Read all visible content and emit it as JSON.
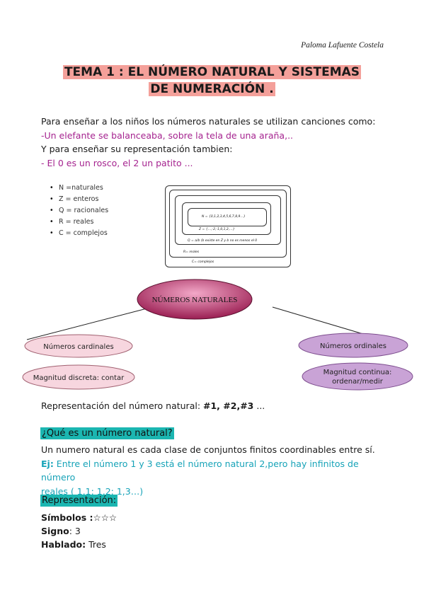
{
  "author": "Paloma Lafuente Costela",
  "title": {
    "line1": "TEMA 1 :  EL NÚMERO NATURAL Y SISTEMAS",
    "line2": "DE NUMERACIÓN ."
  },
  "intro": {
    "line1": "Para enseñar a los niños los números naturales se utilizan canciones como:",
    "line2": "-Un elefante se balanceaba, sobre la tela de una araña,..",
    "line3": "Y para enseñar su representación tambien:",
    "line4": "- El 0 es un rosco, el 2 un patito ..."
  },
  "bullets": [
    "N =naturales",
    "Z = enteros",
    "Q = racionales",
    "R = reales",
    "C = complejos"
  ],
  "sets_diagram": {
    "n_label": "N = {0,1,2,3,4,5,6,7,8,9…}",
    "z_label": "Z = {…,-2,-1,0,1,2,…}",
    "q_label": "Q = a/b (b existe en Z y b no es menos el 0",
    "r_label": "R= reales",
    "c_label": "C= complejos"
  },
  "mindmap": {
    "center": "NÚMEROS NATURALES",
    "left": "Números cardinales",
    "left_sub": "Magnitud discreta: contar",
    "right": "Números ordinales",
    "right_sub_line1": "Magnitud continua:",
    "right_sub_line2": "ordenar/medir",
    "colors": {
      "center_dark": "#9a1e52",
      "center_light": "#f3a8c8",
      "left_fill": "#f7d6df",
      "right_fill": "#c9a3d6"
    }
  },
  "representation_line": {
    "prefix": "Representación del número natural: ",
    "bold": "#1, #2,#3",
    "suffix": " ..."
  },
  "question": {
    "heading": "¿Qué es un número natural?",
    "answer": "Un numero natural es cada clase de conjuntos finitos coordinables entre sí.",
    "ej_label": "Ej:",
    "ej_text": " Entre el número 1 y 3 está el número natural 2,pero hay infinitos de número",
    "ej_text2": "reales ( 1,1; 1,2; 1,3…)"
  },
  "representation": {
    "heading": "Representación:",
    "simbolos_label": "Símbolos :",
    "simbolos_value": "☆☆☆",
    "signo_label": "Signo",
    "signo_value": ": 3",
    "hablado_label": "Hablado:",
    "hablado_value": " Tres"
  },
  "highlight_colors": {
    "title": "#f4a09a",
    "section": "#1bb6b1",
    "purple_text": "#a5238f",
    "teal_text": "#17a3b8"
  }
}
